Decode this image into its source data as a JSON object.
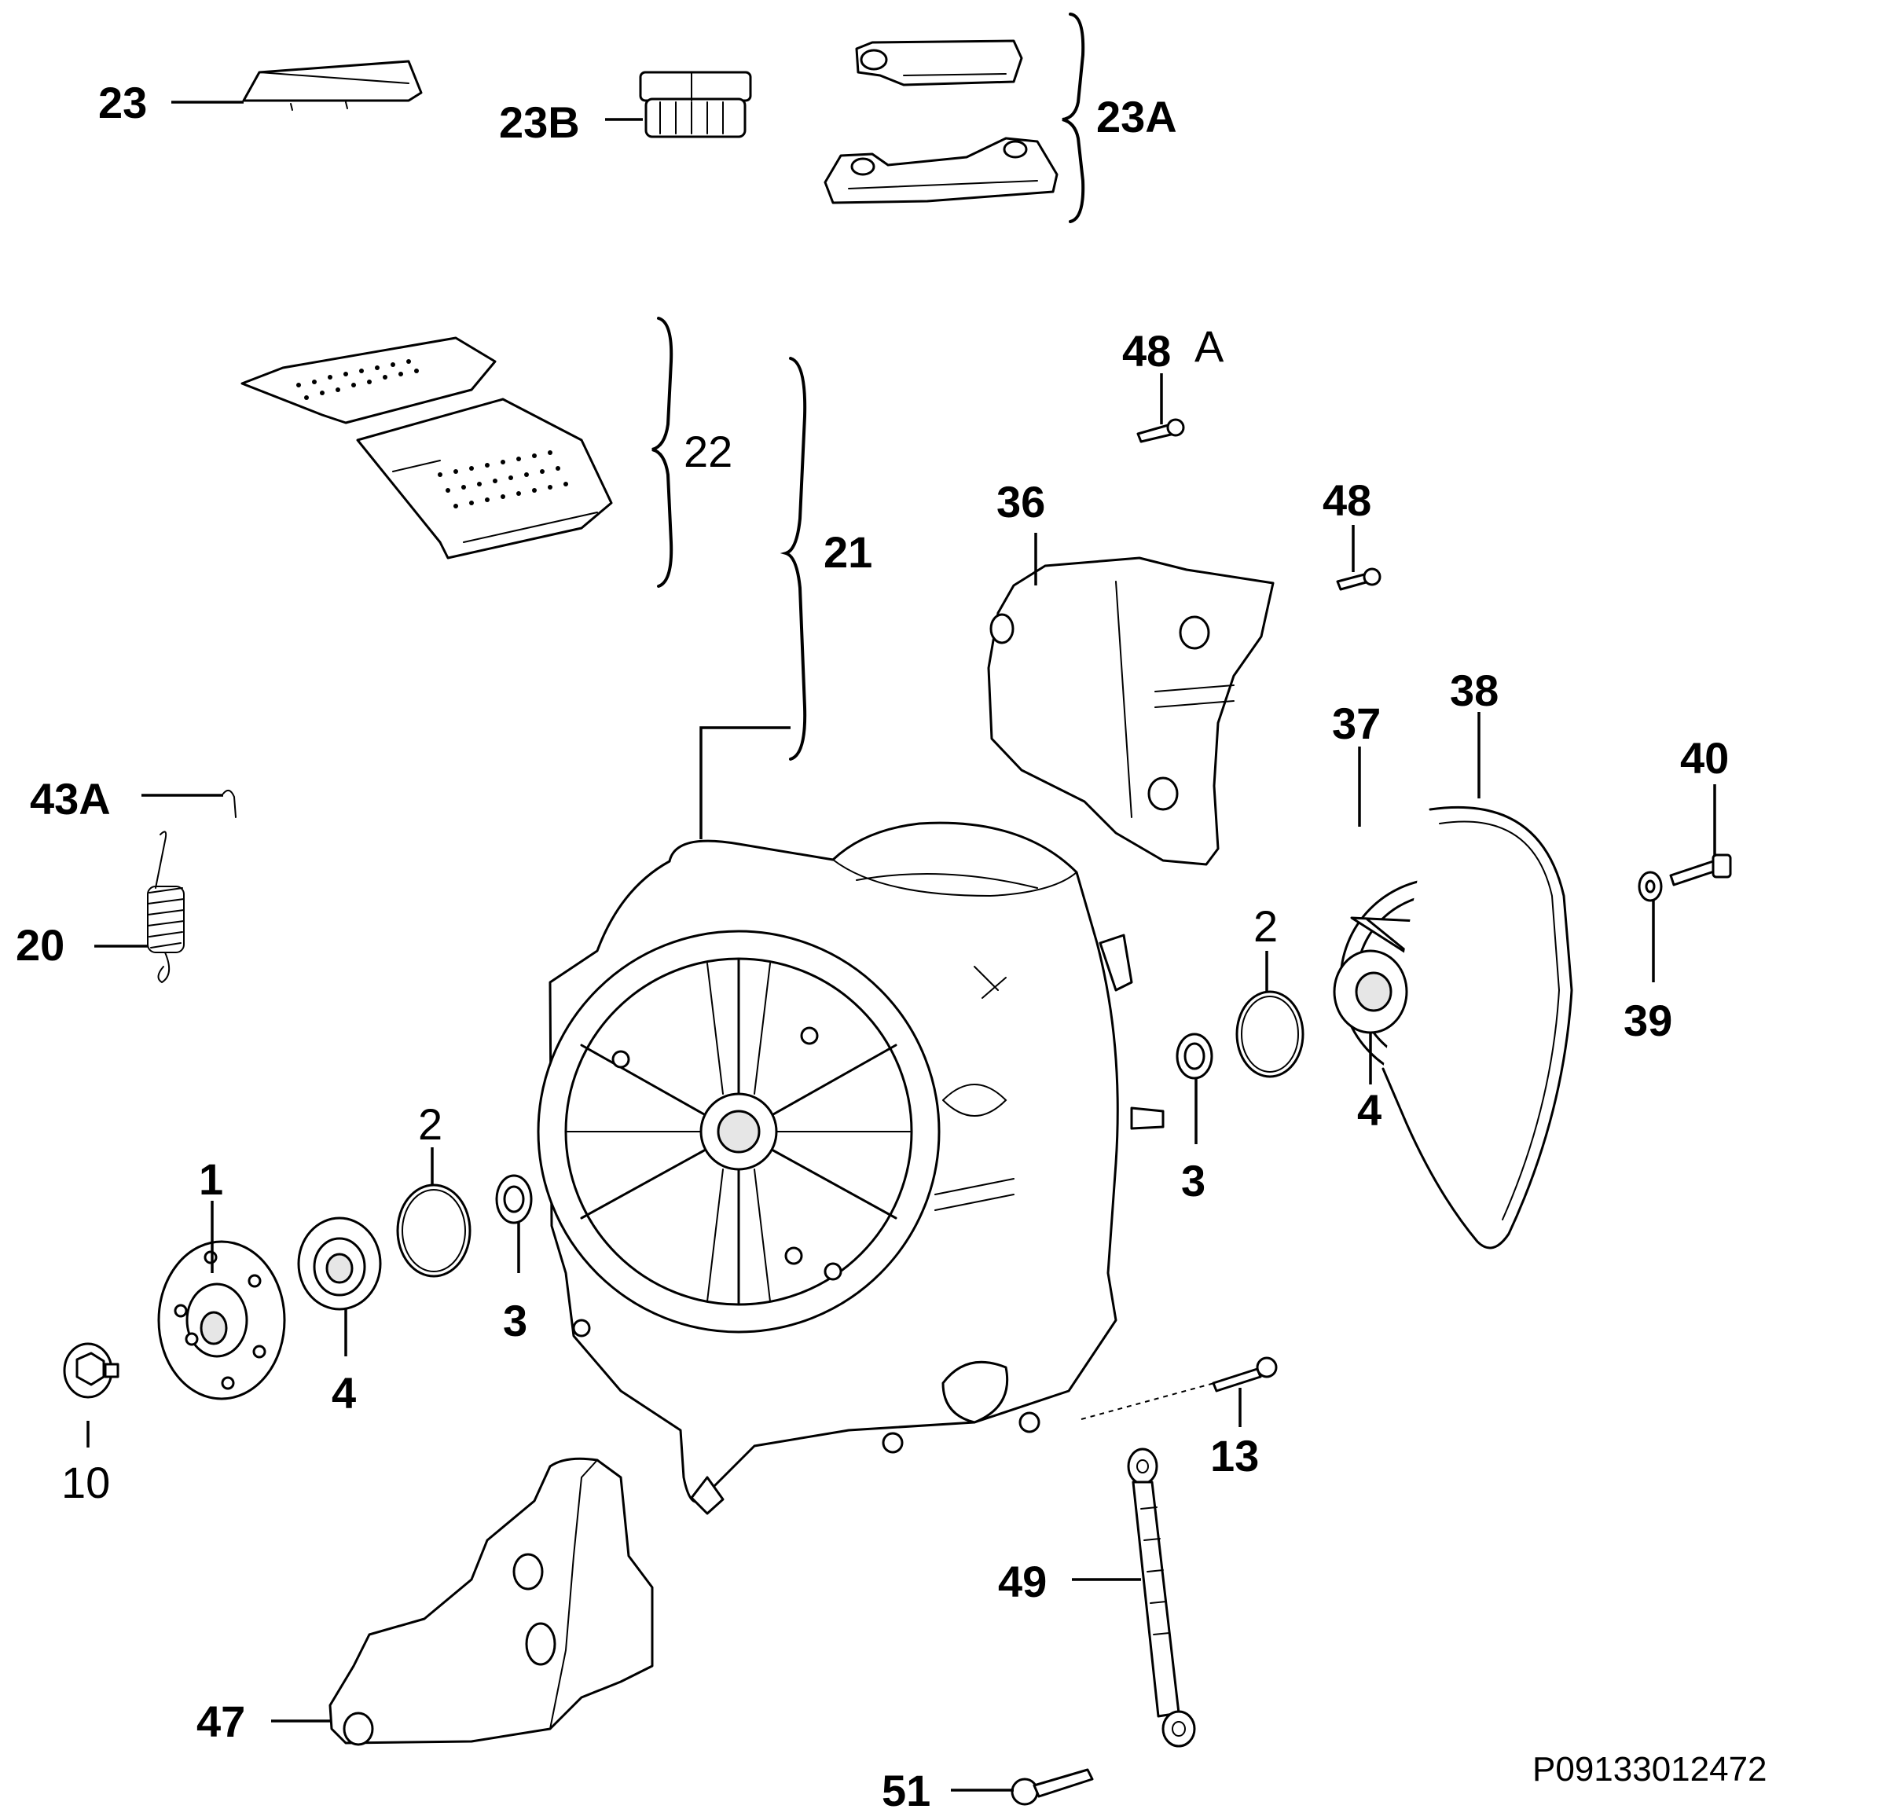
{
  "diagram_code": "P09133012472",
  "labels": {
    "p1": "1",
    "p2_left": "2",
    "p2_right": "2",
    "p3_left": "3",
    "p3_right": "3",
    "p4_left": "4",
    "p4_right": "4",
    "p10": "10",
    "p13": "13",
    "p20": "20",
    "p21": "21",
    "p22": "22",
    "p23": "23",
    "p23a": "23A",
    "p23b": "23B",
    "p36": "36",
    "p37": "37",
    "p38": "38",
    "p39": "39",
    "p40": "40",
    "p43a": "43A",
    "p47": "47",
    "p48": "48",
    "p48a_num": "48",
    "p48a_letter": "A",
    "p49": "49",
    "p51": "51"
  }
}
